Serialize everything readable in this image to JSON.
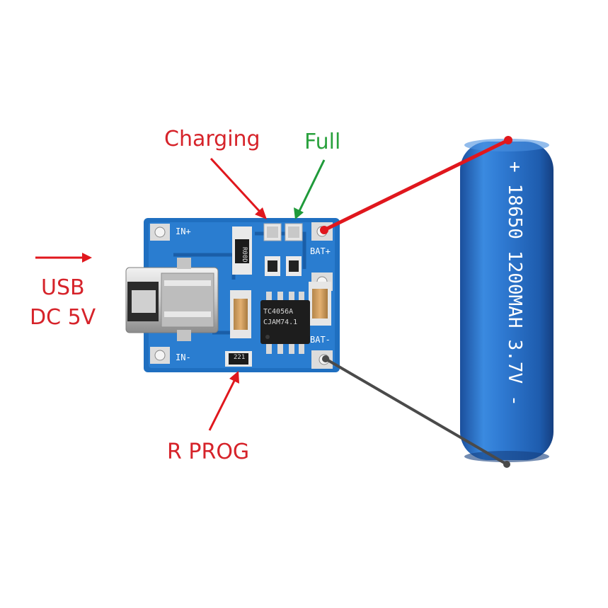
{
  "labels": {
    "charging": "Charging",
    "full": "Full",
    "usb": "USB",
    "dc": "DC 5V",
    "rprog": "R PROG"
  },
  "board": {
    "in_plus": "IN+",
    "in_minus": "IN-",
    "bat_plus": "BAT+",
    "bat_minus": "BAT-",
    "chip_line1": "TC4056A",
    "chip_line2": "CJAM74.1",
    "resistor_top": "R00D",
    "resistor_prog": "221"
  },
  "battery": {
    "plus": "+",
    "model": "18650",
    "capacity": "1200MAH",
    "voltage": "3.7V",
    "minus": "-"
  },
  "colors": {
    "red": "#e0171d",
    "green": "#1f9a3a",
    "gray": "#4a4a4a",
    "pcb": "#1f6fc0",
    "battery": "#2a6fc4",
    "label_red": "#d6232a",
    "label_green": "#2aa23e"
  }
}
